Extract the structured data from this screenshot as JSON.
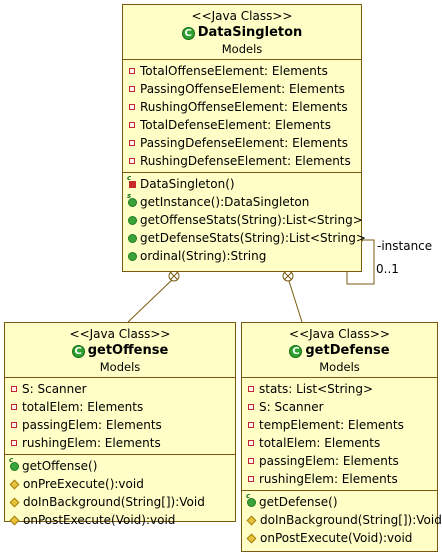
{
  "classes": {
    "data_singleton": {
      "stereotype": "<<Java Class>>",
      "name": "DataSingleton",
      "package": "Models",
      "fields": [
        "TotalOffenseElement: Elements",
        "PassingOffenseElement: Elements",
        "RushingOffenseElement: Elements",
        "TotalDefenseElement: Elements",
        "PassingDefenseElement: Elements",
        "RushingDefenseElement: Elements"
      ],
      "methods": [
        "DataSingleton()",
        "getInstance():DataSingleton",
        "getOffenseStats(String):List<String>",
        "getDefenseStats(String):List<String>",
        "ordinal(String):String"
      ]
    },
    "get_offense": {
      "stereotype": "<<Java Class>>",
      "name": "getOffense",
      "package": "Models",
      "fields": [
        "S: Scanner",
        "totalElem: Elements",
        "passingElem: Elements",
        "rushingElem: Elements"
      ],
      "methods": [
        "getOffense()",
        "onPreExecute():void",
        "doInBackground(String[]):Void",
        "onPostExecute(Void):void"
      ]
    },
    "get_defense": {
      "stereotype": "<<Java Class>>",
      "name": "getDefense",
      "package": "Models",
      "fields": [
        "stats: List<String>",
        "S: Scanner",
        "tempElement: Elements",
        "totalElem: Elements",
        "passingElem: Elements",
        "rushingElem: Elements"
      ],
      "methods": [
        "getDefense()",
        "doInBackground(String[]):Void",
        "onPostExecute(Void):void"
      ]
    }
  },
  "association": {
    "role": "-instance",
    "multiplicity": "0..1"
  }
}
